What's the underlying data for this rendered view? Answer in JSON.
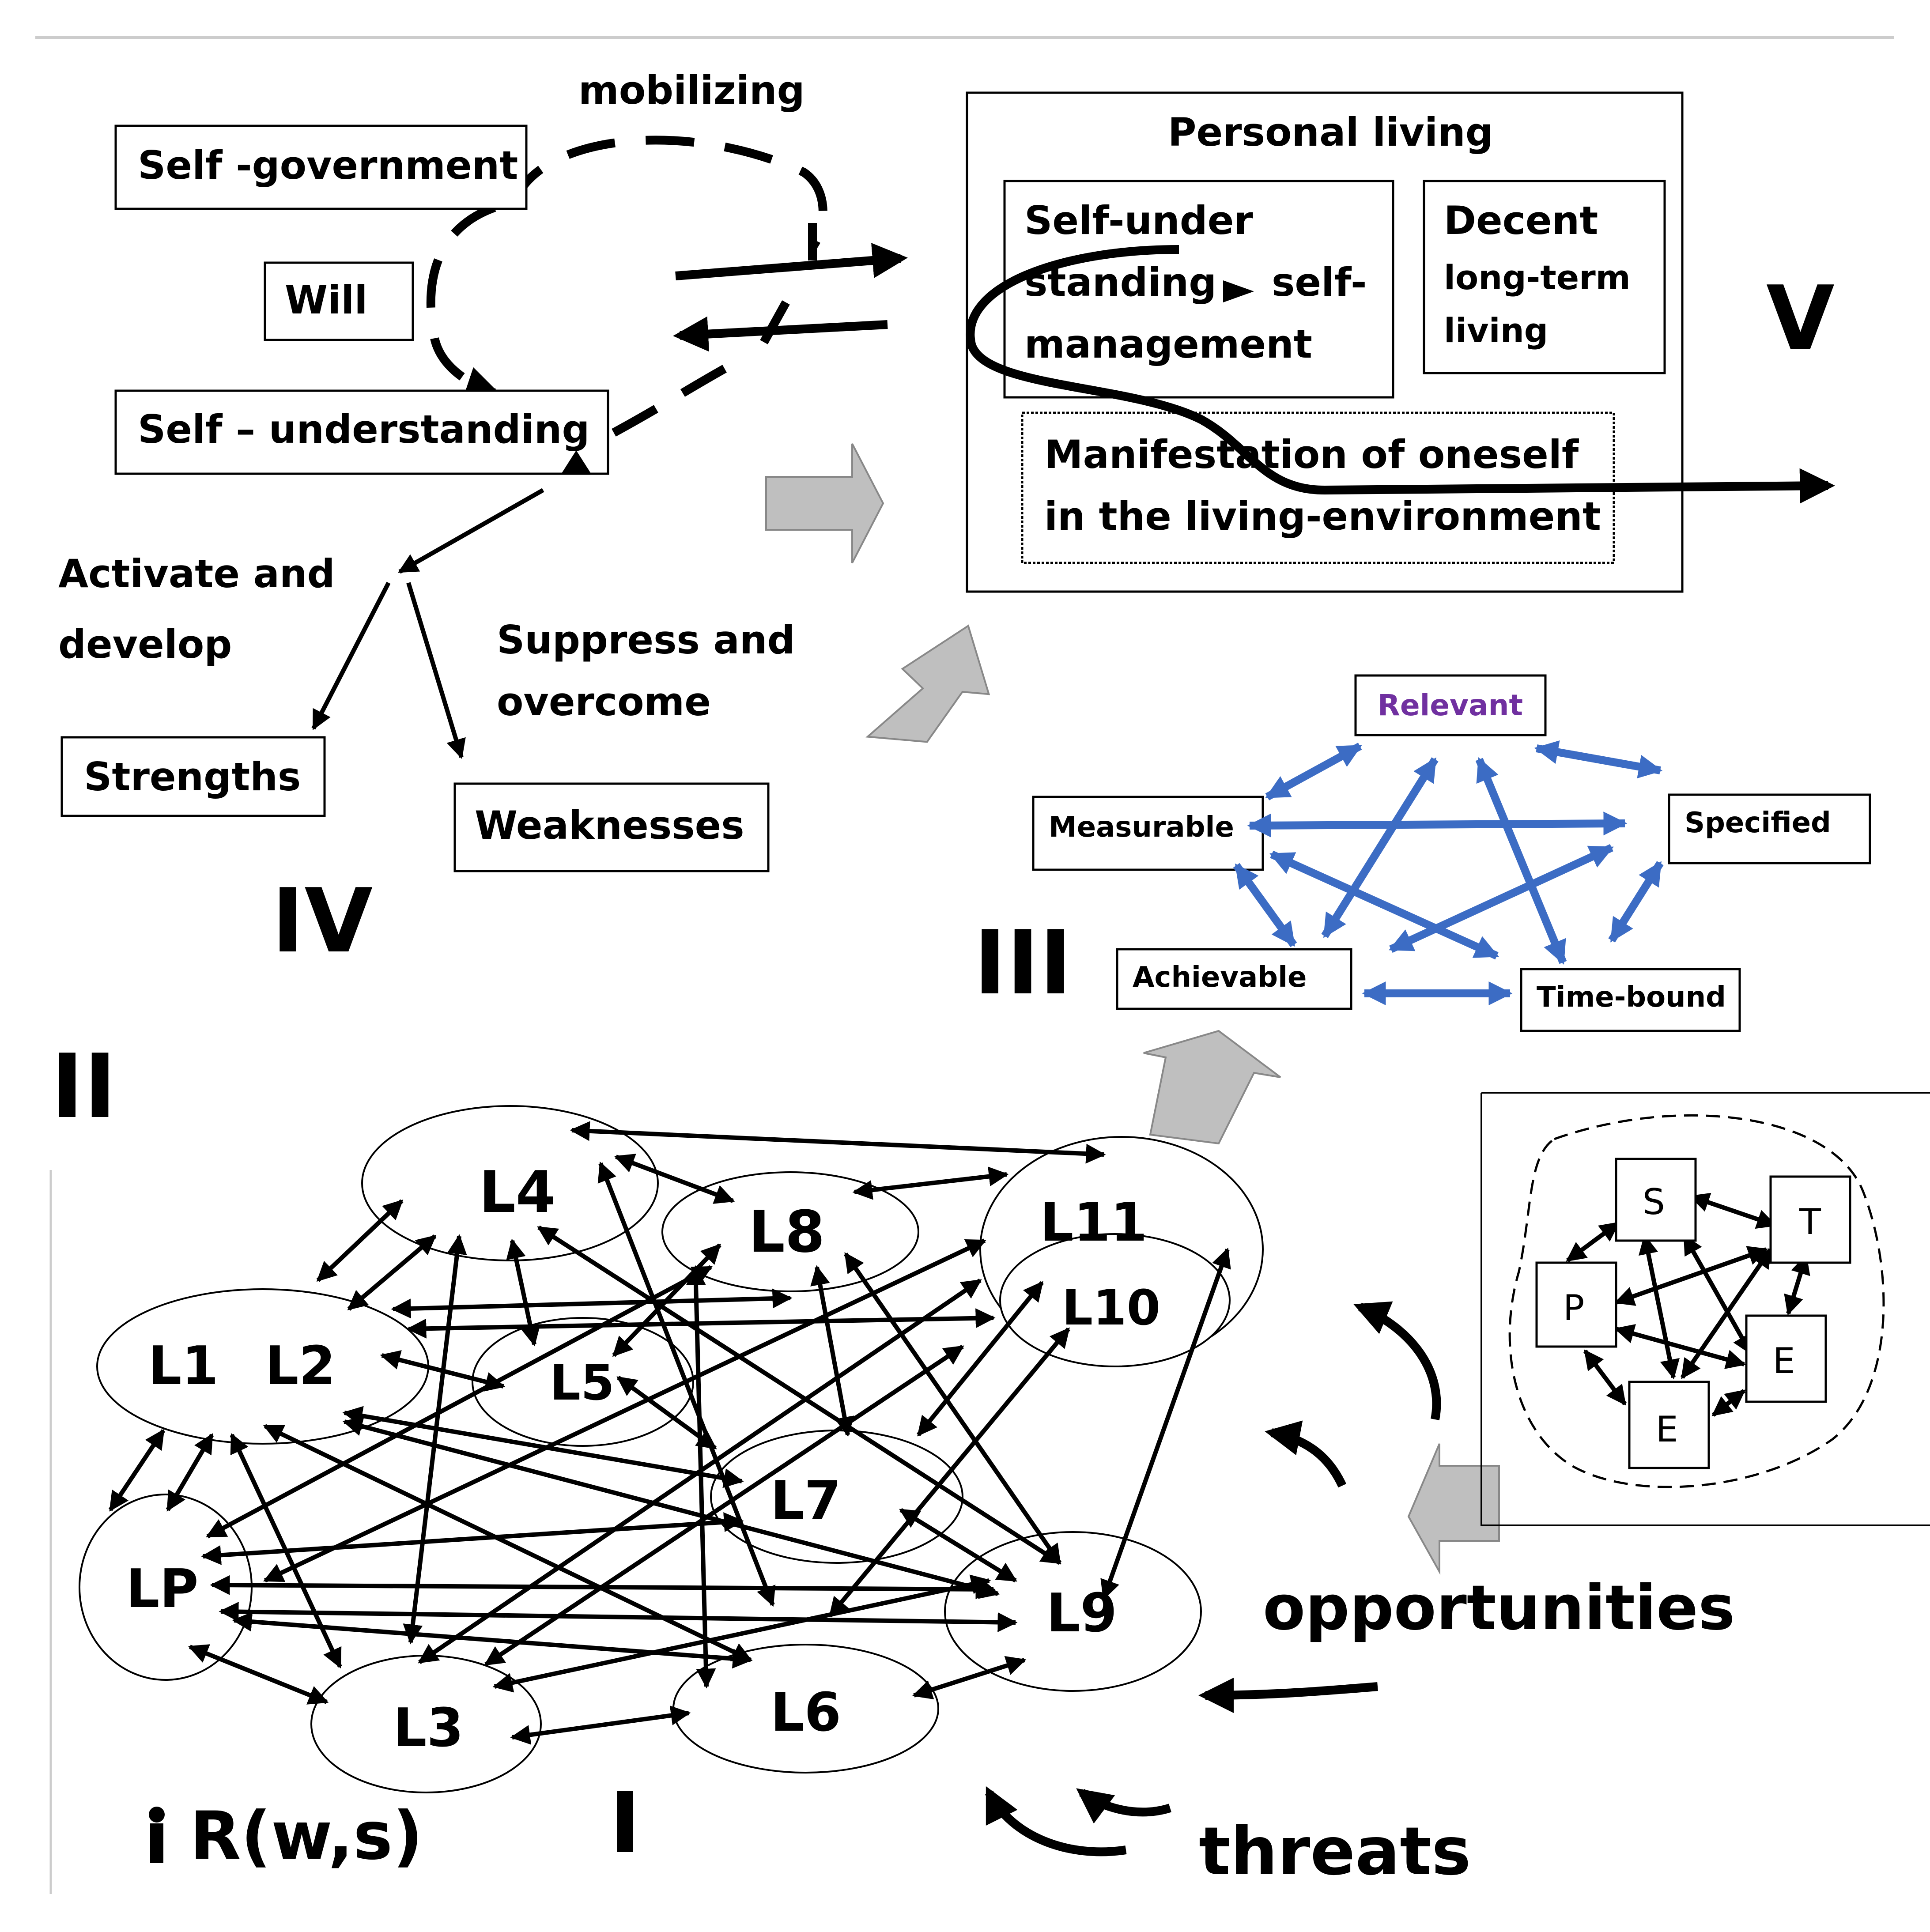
{
  "stage4": {
    "numeral": "IV",
    "mobilizing": "mobilizing",
    "self_government": "Self -government",
    "will": "Will",
    "self_understanding": "Self – understanding",
    "activate_line1": "Activate and",
    "activate_line2": "develop",
    "suppress_line1": "Suppress and",
    "suppress_line2": "overcome",
    "strengths": "Strengths",
    "weaknesses": "Weaknesses"
  },
  "stage5": {
    "numeral": "V",
    "title": "Personal living",
    "su_line1": "Self-under",
    "su_line2a": "standing",
    "su_line2b": "self-",
    "su_line3": "management",
    "decent_line1": "Decent",
    "decent_line2": "long-term",
    "decent_line3": "living",
    "manifest_line1": "Manifestation of oneself",
    "manifest_line2": "in the living-environment"
  },
  "stage3": {
    "numeral": "III",
    "relevant": "Relevant",
    "measurable": "Measurable",
    "specified": "Specified",
    "achievable": "Achievable",
    "time_bound": "Time-bound"
  },
  "stage2": {
    "numeral": "II"
  },
  "stage1": {
    "numeral": "I",
    "nodes": [
      "L4",
      "L8",
      "L11",
      "L10",
      "L1",
      "L2",
      "L5",
      "L7",
      "LP",
      "L9",
      "L3",
      "L6"
    ],
    "r_label": "R(w,s)",
    "opportunities": "opportunities",
    "threats": "threats"
  },
  "swot_inset": {
    "s": "S",
    "t": "T",
    "p": "P",
    "e1": "E",
    "e2": "E"
  },
  "colors": {
    "relevant_text": "#7030a0",
    "smart_arrows": "#3c6cc4",
    "block_arrow": "#bfbfbf"
  }
}
